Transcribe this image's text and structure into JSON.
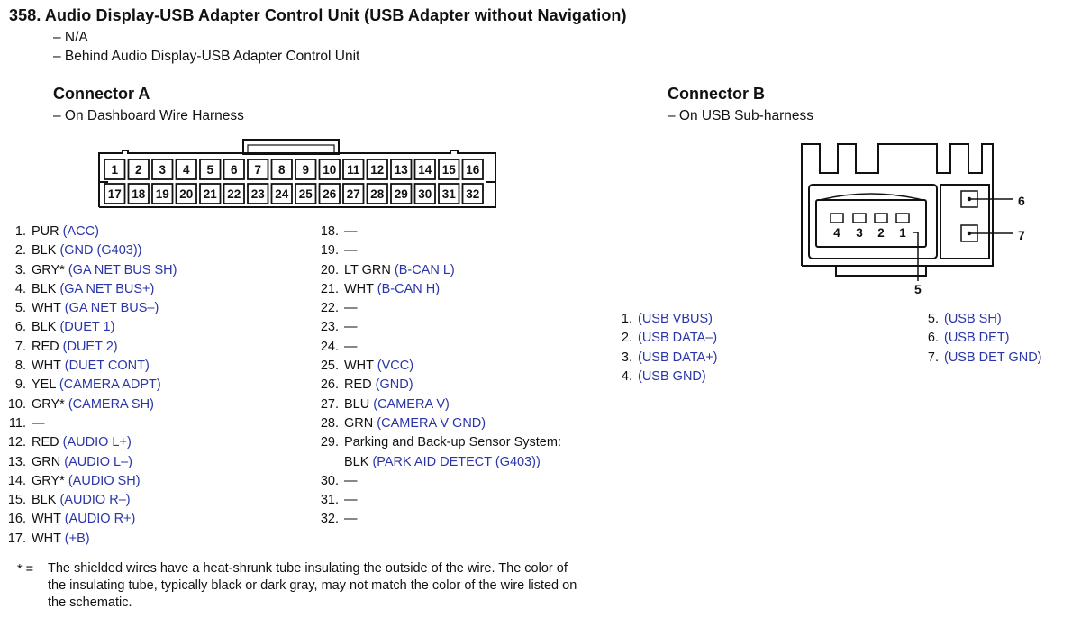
{
  "title": "358.  Audio Display-USB Adapter Control Unit (USB Adapter without Navigation)",
  "subtitles": [
    "– N/A",
    "– Behind Audio Display-USB Adapter Control Unit"
  ],
  "connector_a": {
    "heading": "Connector A",
    "location": "– On Dashboard Wire Harness",
    "top_row_pins": [
      "1",
      "2",
      "3",
      "4",
      "5",
      "6",
      "7",
      "8",
      "9",
      "10",
      "11",
      "12",
      "13",
      "14",
      "15",
      "16"
    ],
    "bottom_row_pins": [
      "17",
      "18",
      "19",
      "20",
      "21",
      "22",
      "23",
      "24",
      "25",
      "26",
      "27",
      "28",
      "29",
      "30",
      "31",
      "32"
    ],
    "pins_col1": [
      {
        "num": "1.",
        "wire": "PUR",
        "signal": "(ACC)"
      },
      {
        "num": "2.",
        "wire": "BLK",
        "signal": "(GND (G403))"
      },
      {
        "num": "3.",
        "wire": "GRY*",
        "signal": "(GA NET BUS SH)"
      },
      {
        "num": "4.",
        "wire": "BLK",
        "signal": "(GA NET BUS+)"
      },
      {
        "num": "5.",
        "wire": "WHT",
        "signal": "(GA NET BUS–)"
      },
      {
        "num": "6.",
        "wire": "BLK",
        "signal": "(DUET 1)"
      },
      {
        "num": "7.",
        "wire": "RED",
        "signal": "(DUET 2)"
      },
      {
        "num": "8.",
        "wire": "WHT",
        "signal": "(DUET CONT)"
      },
      {
        "num": "9.",
        "wire": "YEL",
        "signal": "(CAMERA ADPT)"
      },
      {
        "num": "10.",
        "wire": "GRY*",
        "signal": "(CAMERA SH)"
      },
      {
        "num": "11.",
        "wire": "—",
        "signal": ""
      },
      {
        "num": "12.",
        "wire": "RED",
        "signal": "(AUDIO L+)"
      },
      {
        "num": "13.",
        "wire": "GRN",
        "signal": "(AUDIO L–)"
      },
      {
        "num": "14.",
        "wire": "GRY*",
        "signal": "(AUDIO SH)"
      },
      {
        "num": "15.",
        "wire": "BLK",
        "signal": "(AUDIO R–)"
      },
      {
        "num": "16.",
        "wire": "WHT",
        "signal": "(AUDIO R+)"
      },
      {
        "num": "17.",
        "wire": "WHT",
        "signal": "(+B)"
      }
    ],
    "pins_col2": [
      {
        "num": "18.",
        "wire": "—",
        "signal": ""
      },
      {
        "num": "19.",
        "wire": "—",
        "signal": ""
      },
      {
        "num": "20.",
        "wire": "LT GRN",
        "signal": "(B-CAN L)"
      },
      {
        "num": "21.",
        "wire": "WHT",
        "signal": "(B-CAN H)"
      },
      {
        "num": "22.",
        "wire": "—",
        "signal": ""
      },
      {
        "num": "23.",
        "wire": "—",
        "signal": ""
      },
      {
        "num": "24.",
        "wire": "—",
        "signal": ""
      },
      {
        "num": "25.",
        "wire": "WHT",
        "signal": "(VCC)"
      },
      {
        "num": "26.",
        "wire": "RED",
        "signal": "(GND)"
      },
      {
        "num": "27.",
        "wire": "BLU",
        "signal": "(CAMERA V)"
      },
      {
        "num": "28.",
        "wire": "GRN",
        "signal": "(CAMERA V GND)"
      },
      {
        "num": "29.",
        "wire": "Parking and Back-up Sensor System:",
        "signal": ""
      },
      {
        "num": "",
        "wire": "BLK",
        "signal": "(PARK AID DETECT (G403))"
      },
      {
        "num": "30.",
        "wire": "—",
        "signal": ""
      },
      {
        "num": "31.",
        "wire": "—",
        "signal": ""
      },
      {
        "num": "32.",
        "wire": "—",
        "signal": ""
      }
    ]
  },
  "connector_b": {
    "heading": "Connector B",
    "location": "– On USB Sub-harness",
    "inner_pins": [
      "4",
      "3",
      "2",
      "1"
    ],
    "callouts": [
      "6",
      "7",
      "5"
    ],
    "pins_col1": [
      {
        "num": "1.",
        "signal": "(USB VBUS)"
      },
      {
        "num": "2.",
        "signal": "(USB DATA–)"
      },
      {
        "num": "3.",
        "signal": "(USB DATA+)"
      },
      {
        "num": "4.",
        "signal": "(USB GND)"
      }
    ],
    "pins_col2": [
      {
        "num": "5.",
        "signal": "(USB SH)"
      },
      {
        "num": "6.",
        "signal": "(USB DET)"
      },
      {
        "num": "7.",
        "signal": "(USB DET GND)"
      }
    ]
  },
  "footnote": {
    "marker": "*  =",
    "text": "The shielded wires have a heat-shrunk tube insulating the outside of the wire. The color of the insulating tube, typically black or dark gray, may not match the color of the wire listed on the schematic."
  }
}
